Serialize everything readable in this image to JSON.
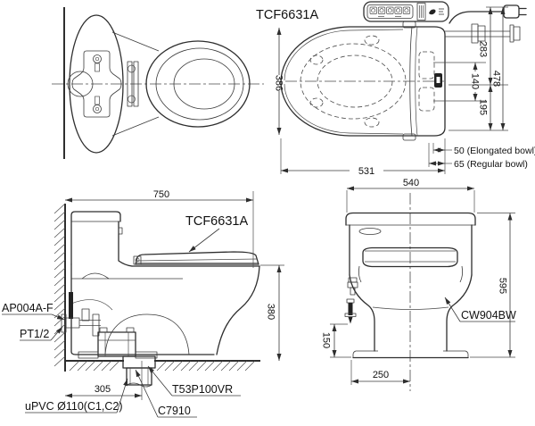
{
  "colors": {
    "line": "#2e2e2e",
    "text": "#111111",
    "background": "#ffffff"
  },
  "seat_plan_view": {
    "model_label": "TCF6631A",
    "dim_width": "386",
    "dim_rear_to_holes": "283",
    "dim_total_depth": "478",
    "dim_hole_pitch": "140",
    "dim_holes_to_front": "195",
    "dim_length": "531",
    "note_elongated": "50 (Elongated bowl)",
    "note_regular": "65 (Regular bowl)"
  },
  "side_view": {
    "seat_model_label": "TCF6631A",
    "dim_total_depth": "750",
    "dim_rim_height": "380",
    "dim_drain_offset": "305",
    "label_stop_valve": "AP004A-F",
    "label_supply_thread": "PT1/2",
    "label_drain_pipe": "uPVC Ø110(C1,C2)",
    "label_drain_socket": "T53P100VR",
    "label_flange": "C7910"
  },
  "front_view": {
    "bowl_model_label": "CW904BW",
    "dim_width": "540",
    "dim_height": "595",
    "dim_bolt_height": "150",
    "dim_outlet_center": "250"
  }
}
